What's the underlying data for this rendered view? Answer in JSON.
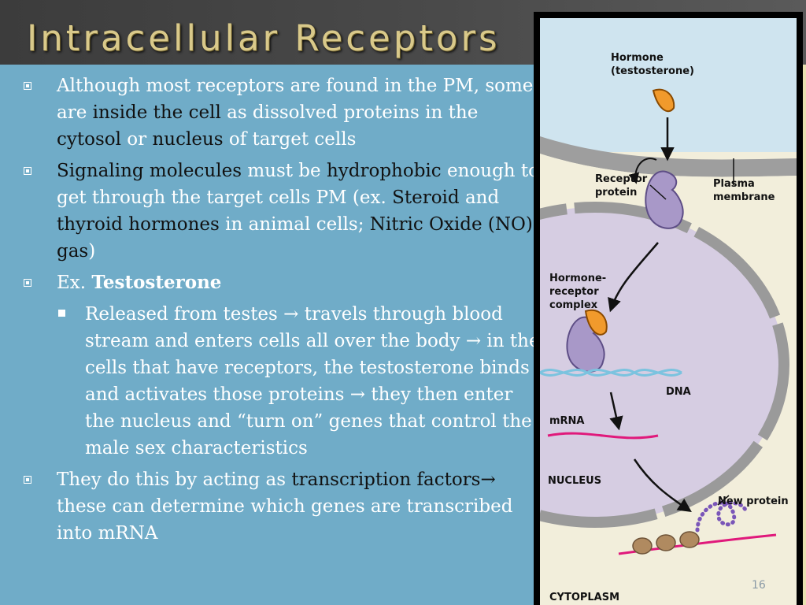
{
  "slide": {
    "title": "Intracellular Receptors",
    "page_number": "16"
  },
  "bullets": {
    "b1": {
      "p1": "Although most receptors are found in the PM, some are ",
      "k1": "inside the cell",
      "p2": " as dissolved proteins in the ",
      "k2": "cytosol",
      "p3": " or ",
      "k3": "nucleus",
      "p4": " of target cells"
    },
    "b2": {
      "k1": "Signaling molecules",
      "p1": " must be ",
      "k2": "hydrophobic",
      "p2": " enough to get through the target cells PM (ex. ",
      "k3": "Steroid",
      "p3": " and ",
      "k4": "thyroid hormones",
      "p4": " in animal cells; ",
      "k5": "Nitric Oxide (NO) gas",
      "p5": ")"
    },
    "b3": {
      "p1": "Ex. ",
      "k1": "Testosterone"
    },
    "sub1": {
      "p1": "Released from testes ",
      "arrow": "→",
      "p2": " travels through blood stream and enters cells all over the body ",
      "p3": " in the cells that have receptors, the testosterone binds and activates those proteins ",
      "p4": " they then enter the nucleus and “turn on” genes that control the male sex characteristics"
    },
    "b4": {
      "p1": "They do this by acting as ",
      "k1": "transcription factors",
      "p2": " these can determine which genes are transcribed into mRNA"
    }
  },
  "figure": {
    "hormone_l1": "Hormone",
    "hormone_l2": "(testosterone)",
    "receptor_l1": "Receptor",
    "receptor_l2": "protein",
    "plasma_l1": "Plasma",
    "plasma_l2": "membrane",
    "complex_l1": "Hormone-",
    "complex_l2": "receptor",
    "complex_l3": "complex",
    "dna": "DNA",
    "mrna": "mRNA",
    "nucleus": "NUCLEUS",
    "new_protein": "New protein",
    "cytoplasm": "CYTOPLASM"
  },
  "colors": {
    "title_gold": "#d9c98a",
    "panel_blue": "#70acc8",
    "background": "#e9e1b1",
    "hormone_orange": "#f19a2c",
    "receptor_purple": "#a898c8"
  }
}
